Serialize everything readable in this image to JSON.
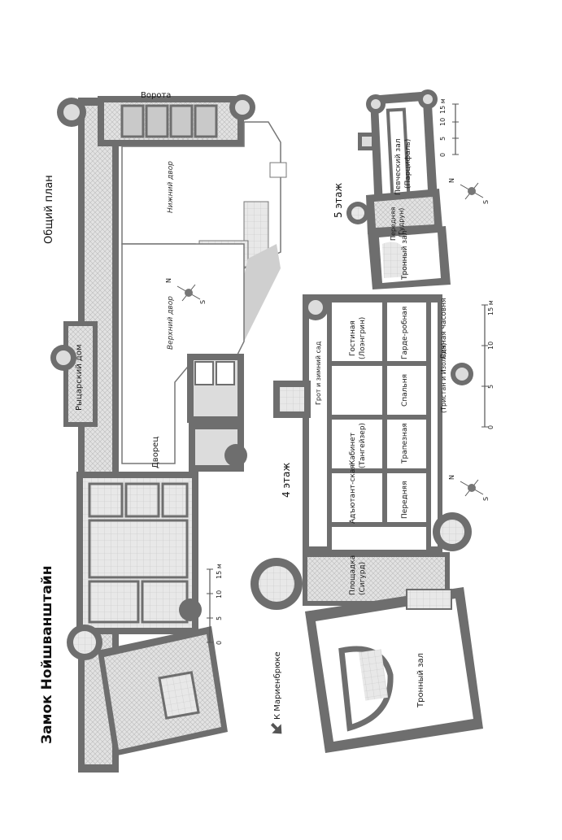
{
  "title": "Замок Нойшванштайн",
  "headings": {
    "general_plan": "Общий план",
    "floor4": "4 этаж",
    "floor5": "5 этаж"
  },
  "general_plan_labels": {
    "gate": "Ворота",
    "lower_court": "Нижний двор",
    "upper_court": "Верхний двор",
    "knights_house": "Рыцарский дом",
    "palace": "Дворец",
    "to_marienbrucke": "К Мариенбрюке"
  },
  "floor4_labels": {
    "living_room": "Гостиная",
    "living_room_sub": "(Лоэнгрин)",
    "dressing_room": "Гарде-робная",
    "chapel": "Личная часовня",
    "grotto": "Грот и зимний сад",
    "bedroom": "Спальня",
    "bedroom_sub": "(Тристан и Изольда)",
    "study": "Кабинет",
    "study_sub": "(Тангейзер)",
    "dining_room": "Трапезная",
    "adjutant": "Адъютант-ская",
    "anteroom": "Передняя",
    "landing": "Площадка",
    "landing_sub": "(Сигурд)",
    "throne_hall": "Тронный зал"
  },
  "floor5_labels": {
    "singers_hall": "Певческий зал",
    "singers_hall_sub": "(Парцифаль)",
    "anteroom": "Передняя",
    "anteroom_sub": "(Гудрун)",
    "throne_hall": "Тронный зал"
  },
  "scales": {
    "ticks": [
      "0",
      "5",
      "10",
      "15 м"
    ]
  },
  "compass": {
    "north": "N",
    "south": "S"
  },
  "colors": {
    "wall": "#6e6e6e",
    "floor": "#d9d9d9",
    "text": "#1a1a1a",
    "path": "#cfcfcf"
  }
}
